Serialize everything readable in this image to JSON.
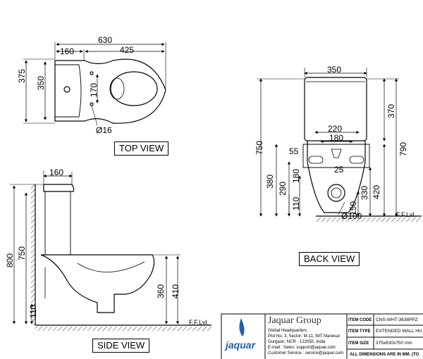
{
  "views": {
    "top": "TOP VIEW",
    "back": "BACK VIEW",
    "side": "SIDE VIEW"
  },
  "top_view_dims": {
    "overall_length": "630",
    "tank_depth": "160",
    "bowl_length": "425",
    "overall_width": "375",
    "tank_width": "350",
    "fixing_spacing": "170",
    "fixing_hole": "Ø16"
  },
  "back_view_dims": {
    "tank_width": "350",
    "tank_height": "370",
    "total_height": "750",
    "total_height_with_lid": "790",
    "inlet_spacing_outer": "220",
    "inlet_spacing_inner": "180",
    "inlet_height": "55",
    "inlet_hole": "25",
    "pan_height": "380",
    "fixing_height_a": "290",
    "fixing_height_b": "180",
    "outlet_center": "110",
    "outlet_height_a": "420",
    "outlet_height_b": "330",
    "outlet_height_c": "150",
    "outlet_diameter": "Ø100",
    "floor": "F.F.Lvl."
  },
  "side_view_dims": {
    "tank_depth": "160",
    "total_height": "800",
    "body_height": "750",
    "outlet_height": "110",
    "bowl_height_a": "360",
    "bowl_height_b": "410",
    "floor": "F.F.Lvl."
  },
  "title_block": {
    "company": "Jaquar Group",
    "logo": "jaquar",
    "address_lines": [
      "Global Headquarters",
      "Plot No. 3, Sector- M-11, IMT Manesar",
      "Gurgaon, NCR - 122050, India",
      "E-mail : Sales: support@jaquar.com",
      "Customer Service : service@jaquar.com"
    ],
    "rows": [
      {
        "label": "ITEM CODE",
        "value": "CNS-WHT-3638PPZ"
      },
      {
        "label": "ITEM TYPE",
        "value": "EXTENDED WALL HU"
      },
      {
        "label": "ITEM SIZE",
        "value": "375x630x750  mm"
      }
    ],
    "note": "ALL DIMENSIONS ARE IN MM. (TO"
  },
  "colors": {
    "line": "#000000",
    "logo": "#1f5fa8"
  }
}
